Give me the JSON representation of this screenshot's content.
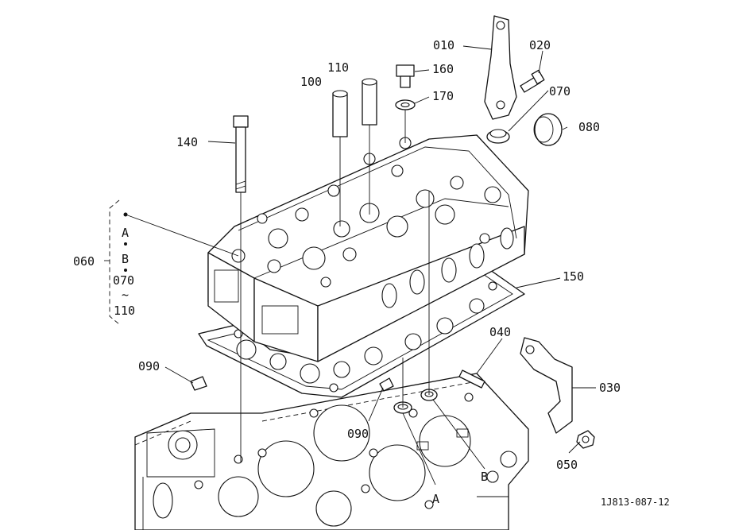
{
  "callouts": {
    "p010": "010",
    "p020": "020",
    "p030": "030",
    "p040": "040",
    "p050": "050",
    "p060": "060",
    "p070": "070",
    "p080": "080",
    "p090_left": "090",
    "p090_center": "090",
    "p100": "100",
    "p110": "110",
    "p140": "140",
    "p150": "150",
    "p160": "160",
    "p170": "170"
  },
  "bracket": {
    "a": "A",
    "b": "B",
    "from": "070",
    "range_sign": "~",
    "to": "110"
  },
  "markers": {
    "a": "A",
    "b": "B"
  },
  "drawing_code": "1J813-087-12"
}
